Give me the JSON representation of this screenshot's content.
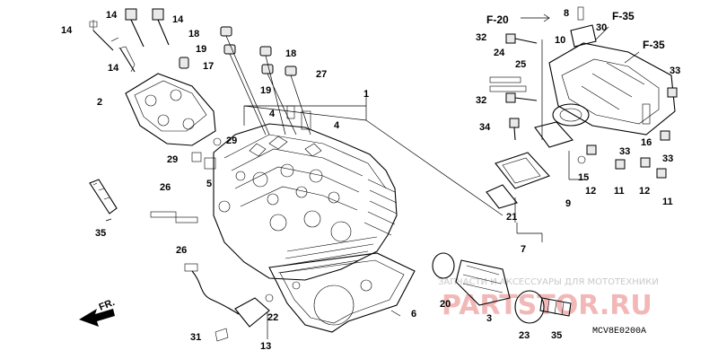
{
  "diagram": {
    "code": "MCV8E0200A",
    "fr_label": "FR.",
    "watermark_text": "ЗАПЧАСТИ И АКСЕССУАРЫ ДЛЯ МОТОТЕХНИКИ",
    "watermark_logo": "PARTSTOR.RU",
    "refs": {
      "f20": "F-20",
      "f35_a": "F-35",
      "f35_b": "F-35"
    },
    "callouts": {
      "c14a": "14",
      "c14b": "14",
      "c14c": "14",
      "c14d": "14",
      "c2": "2",
      "c18a": "18",
      "c19a": "19",
      "c17": "17",
      "c18b": "18",
      "c27": "27",
      "c19b": "19",
      "c1": "1",
      "c4a": "4",
      "c4b": "4",
      "c29a": "29",
      "c29b": "29",
      "c5": "5",
      "c26a": "26",
      "c26b": "26",
      "c35a": "35",
      "c31": "31",
      "c13": "13",
      "c22": "22",
      "c6": "6",
      "c20": "20",
      "c3": "3",
      "c23": "23",
      "c35b": "35",
      "c8": "8",
      "c30": "30",
      "c10": "10",
      "c32a": "32",
      "c24": "24",
      "c25": "25",
      "c32b": "32",
      "c33a": "33",
      "c34": "34",
      "c16": "16",
      "c33b": "33",
      "c33c": "33",
      "c15": "15",
      "c9": "9",
      "c11a": "11",
      "c12a": "12",
      "c12b": "12",
      "c11b": "11",
      "c21": "21",
      "c7": "7"
    }
  }
}
